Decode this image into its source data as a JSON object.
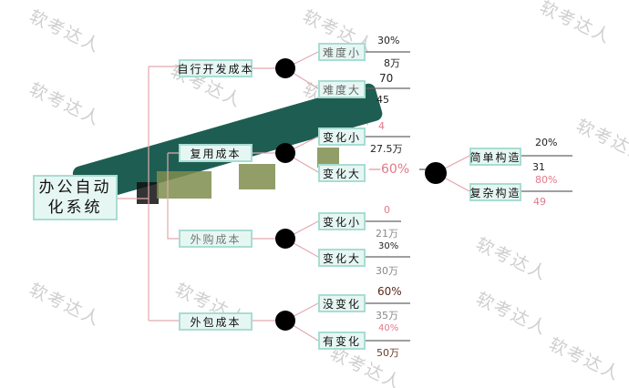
{
  "root": "办公自动化系统",
  "watermark": "软考达人",
  "branches": [
    {
      "label": "自行开发成本",
      "options": [
        {
          "label": "难度小",
          "prob": "30%",
          "value": "8万"
        },
        {
          "label": "难度大",
          "prob": "70",
          "value": "45"
        }
      ]
    },
    {
      "label": "复用成本",
      "options": [
        {
          "label": "变化小",
          "prob": "4",
          "value": "27.5万"
        },
        {
          "label": "变化大",
          "prob": "—60%"
        }
      ],
      "sub": [
        {
          "label": "简单构造",
          "prob": "20%",
          "value": "31"
        },
        {
          "label": "复杂构造",
          "prob": "80%",
          "value": "49"
        }
      ]
    },
    {
      "label": "外购成本",
      "options": [
        {
          "label": "变化小",
          "prob": "0",
          "value": "21万"
        },
        {
          "label": "变化大",
          "prob": "30%",
          "value": "30万"
        }
      ]
    },
    {
      "label": "外包成本",
      "options": [
        {
          "label": "没变化",
          "prob": "60%",
          "value": "35万"
        },
        {
          "label": "有变化",
          "prob": "40%",
          "value": "50万"
        }
      ]
    }
  ]
}
